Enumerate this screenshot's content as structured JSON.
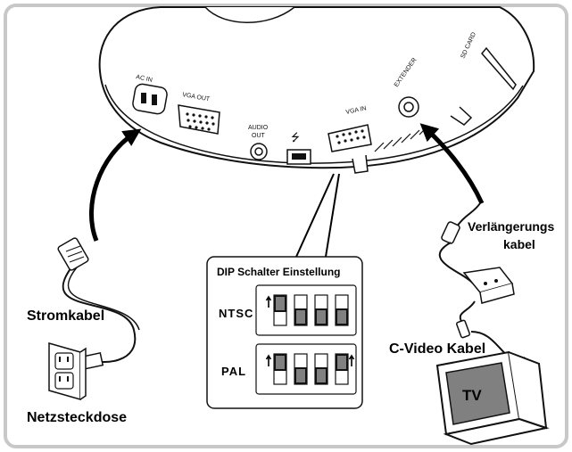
{
  "ports": {
    "ac_in": "AC IN",
    "vga_out": "VGA OUT",
    "audio_out_1": "AUDIO",
    "audio_out_2": "OUT",
    "usb_symbol": "⭍",
    "vga_in": "VGA IN",
    "extender": "EXTENDER",
    "sd_card": "SD CARD"
  },
  "dip": {
    "title": "DIP Schalter Einstellung",
    "ntsc": {
      "label": "NTSC",
      "switches": [
        "up",
        "down",
        "down",
        "down"
      ]
    },
    "pal": {
      "label": "PAL",
      "switches": [
        "up",
        "down",
        "down",
        "up"
      ]
    }
  },
  "labels": {
    "power_cable": "Stromkabel",
    "outlet": "Netzsteckdose",
    "extension_line1": "Verlängerungs",
    "extension_line2": "kabel",
    "cvideo": "C-Video Kabel",
    "tv": "TV"
  },
  "colors": {
    "frame": "#c8c8c8",
    "switch_fill": "#808080",
    "line": "#111111"
  }
}
